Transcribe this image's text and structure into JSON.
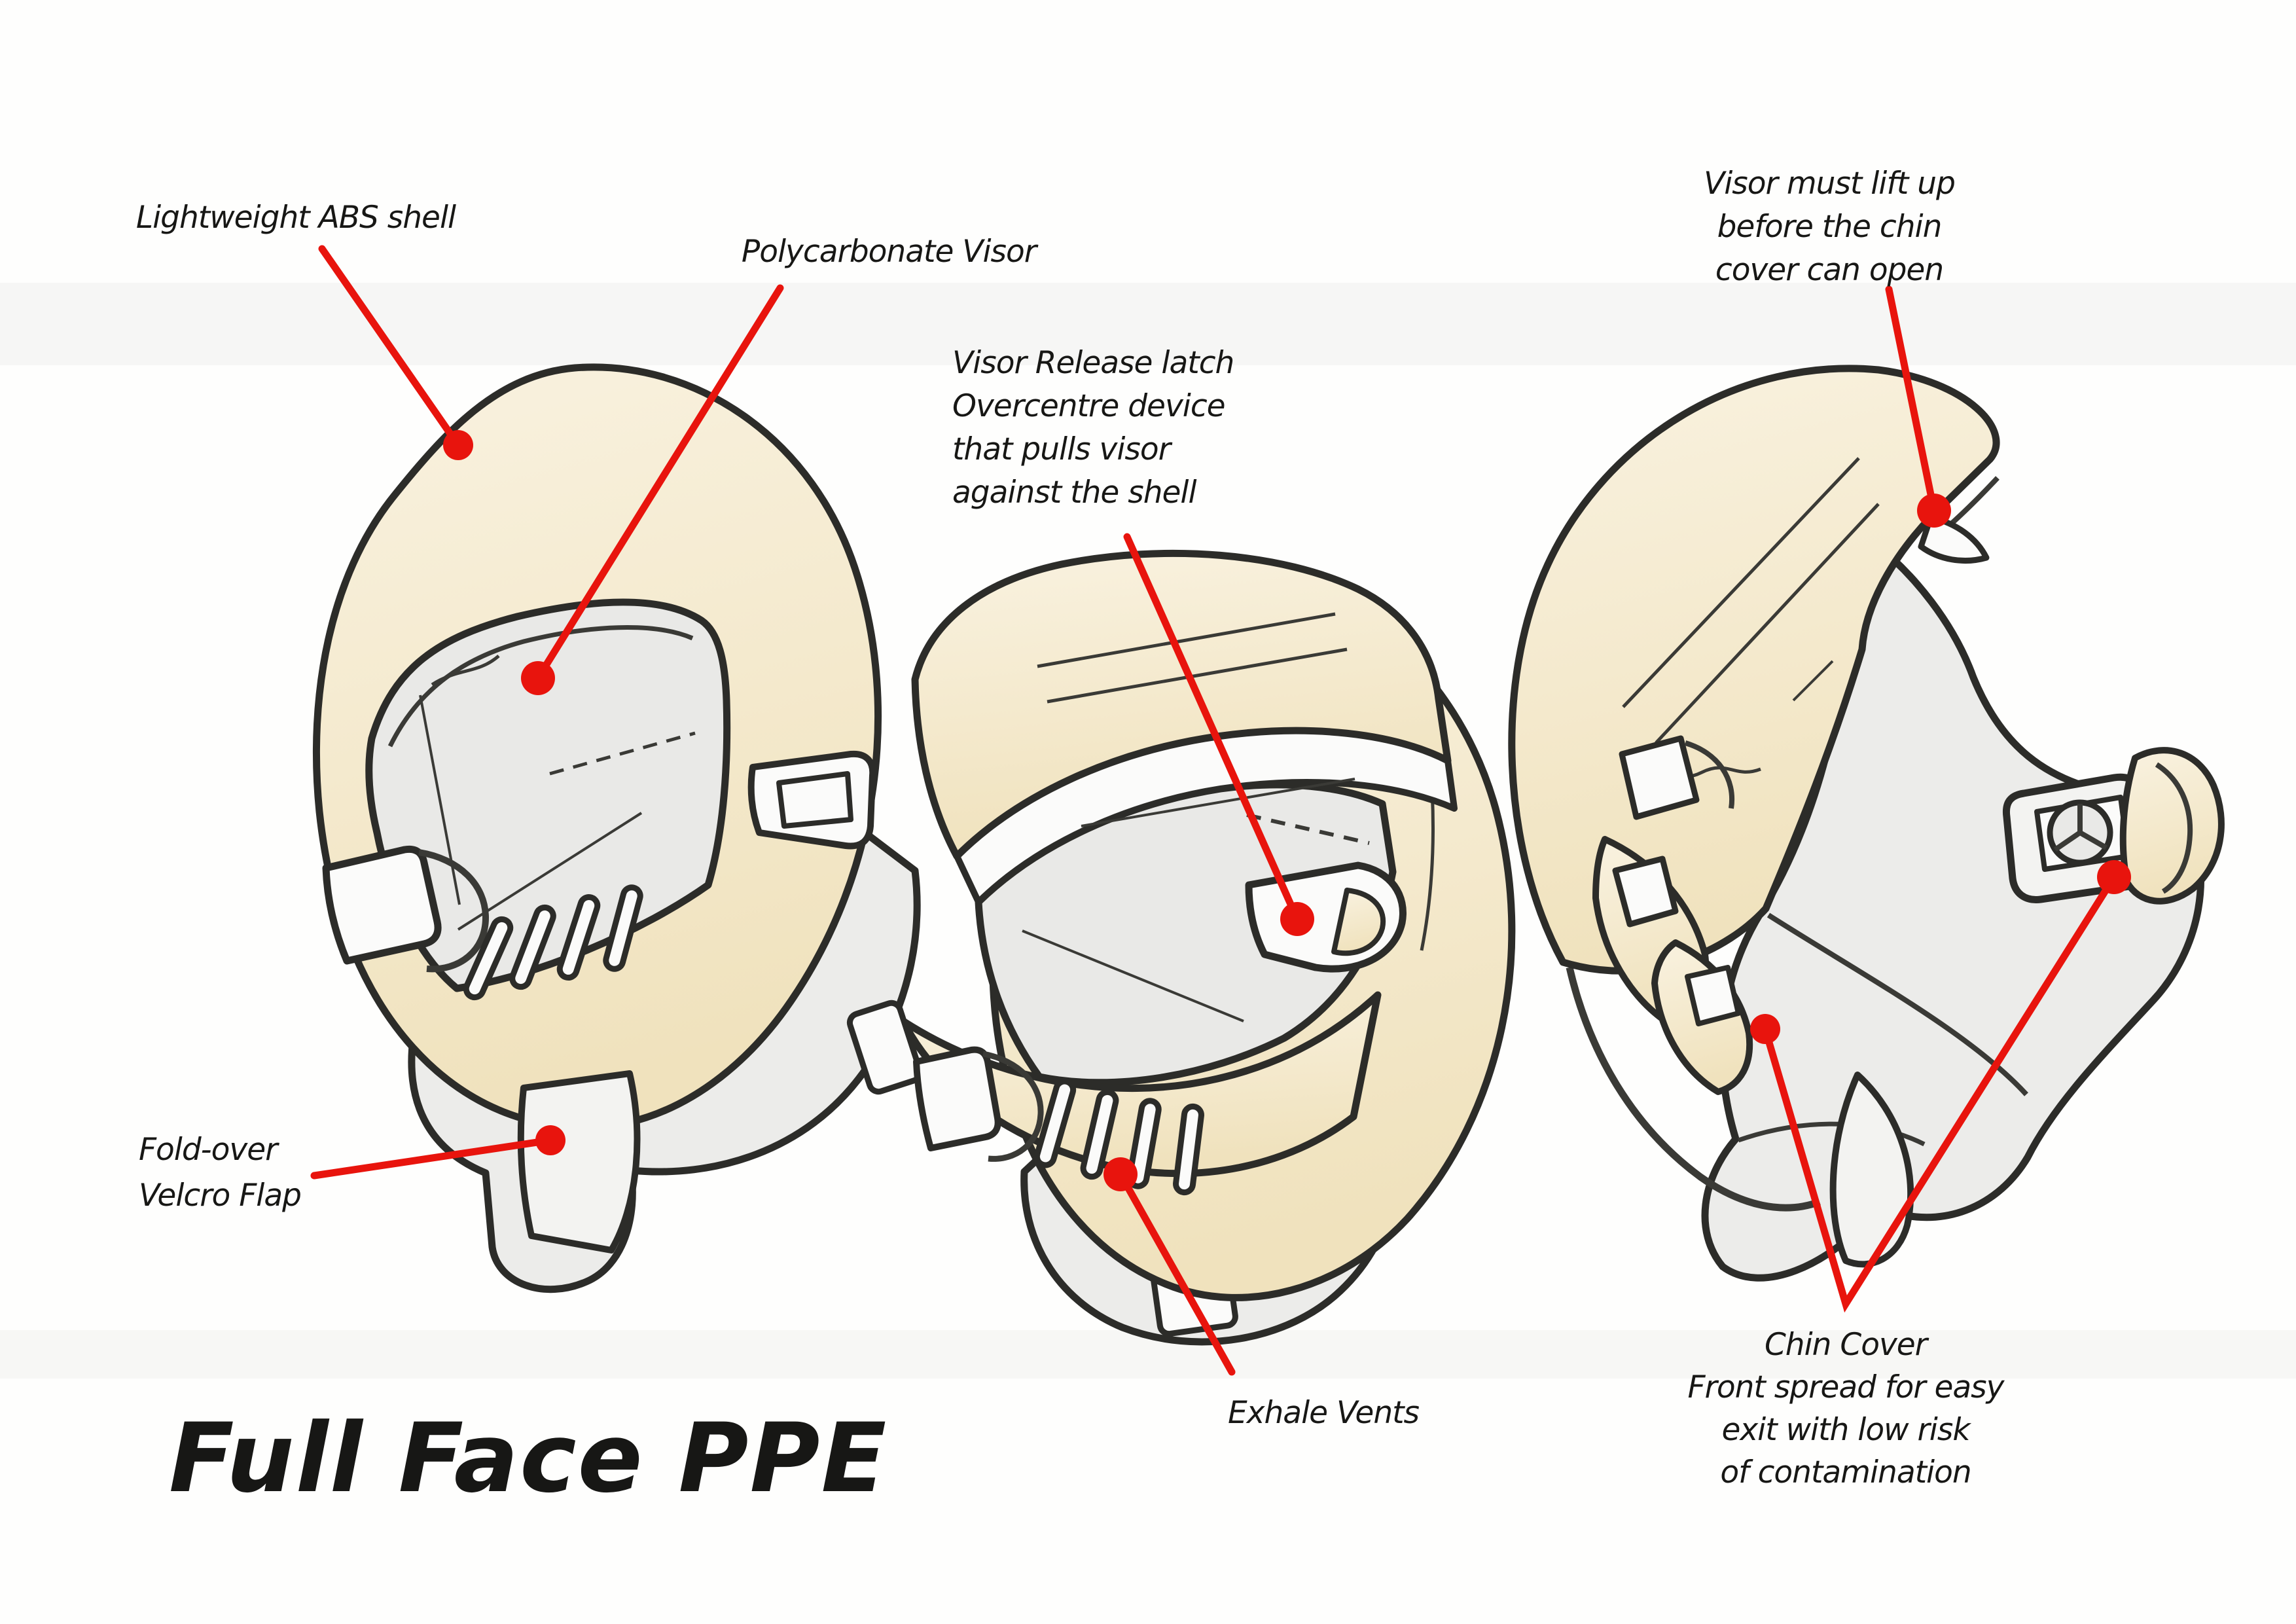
{
  "title": {
    "text": "Full Face PPE"
  },
  "colors": {
    "paper": "#fefefd",
    "ink": "#171715",
    "outline": "#2c2c29",
    "shell_cream": "#f2e6c6",
    "shell_cream_light": "#f9f2e0",
    "visor_gray": "#e9e9e7",
    "neck_gray": "#ececea",
    "annotation_red": "#e8140d"
  },
  "labels": {
    "abs_shell": {
      "text": "Lightweight ABS shell"
    },
    "polycarbonate_visor": {
      "text": "Polycarbonate Visor"
    },
    "visor_release": {
      "line1": "Visor Release latch",
      "line2": "Overcentre device",
      "line3": "that pulls visor",
      "line4": "against the shell"
    },
    "visor_lift": {
      "line1": "Visor must lift up",
      "line2": "before the chin",
      "line3": "cover can open"
    },
    "fold_over": {
      "line1": "Fold-over",
      "line2": "Velcro Flap"
    },
    "exhale_vents": {
      "text": "Exhale Vents"
    },
    "chin_cover": {
      "line1": "Chin Cover",
      "line2": "Front spread for easy",
      "line3": "exit with low risk",
      "line4": "of contamination"
    }
  }
}
